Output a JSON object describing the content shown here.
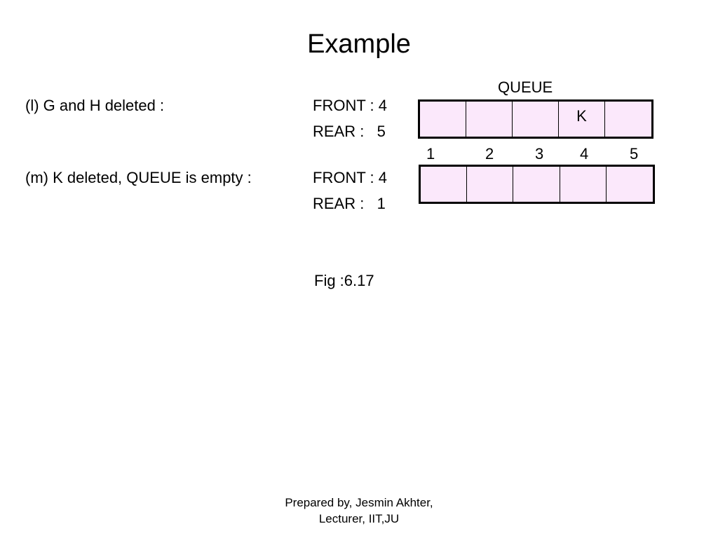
{
  "slide": {
    "title": "Example",
    "queue_label": "QUEUE",
    "figure_caption": "Fig :6.17",
    "footer_line1": "Prepared by, Jesmin Akhter,",
    "footer_line2": "Lecturer, IIT,JU"
  },
  "indices": [
    "1",
    "2",
    "3",
    "4",
    "5"
  ],
  "step_l": {
    "caption": "(l) G and H deleted :",
    "front": "FRONT : 4",
    "rear": "REAR :   5",
    "cells": [
      "",
      "",
      "",
      "K",
      ""
    ]
  },
  "step_m": {
    "caption": "(m) K deleted, QUEUE is empty :",
    "front": "FRONT : 4",
    "rear": "REAR :   1",
    "cells": [
      "",
      "",
      "",
      "",
      ""
    ]
  },
  "colors": {
    "cell_fill": "#fbe8fb",
    "border": "#000000"
  }
}
